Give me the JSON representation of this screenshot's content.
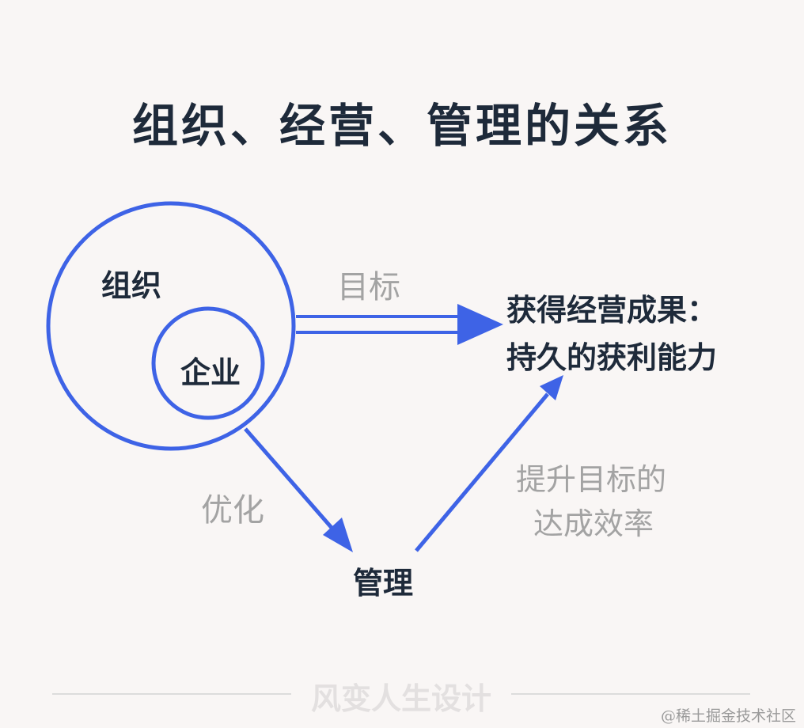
{
  "title": "组织、经营、管理的关系",
  "nodes": {
    "organization": "组织",
    "enterprise": "企业",
    "result_line1": "获得经营成果：",
    "result_line2": "持久的获利能力",
    "management": "管理"
  },
  "edges": {
    "goal": "目标",
    "optimize": "优化",
    "efficiency_line1": "提升目标的",
    "efficiency_line2": "达成效率"
  },
  "footer": "风变人生设计",
  "watermark": "@稀土掘金技术社区",
  "colors": {
    "accent": "#3e63e6",
    "title": "#1e2a3a",
    "muted": "#a3a3a3",
    "background": "#f9f6f5"
  }
}
